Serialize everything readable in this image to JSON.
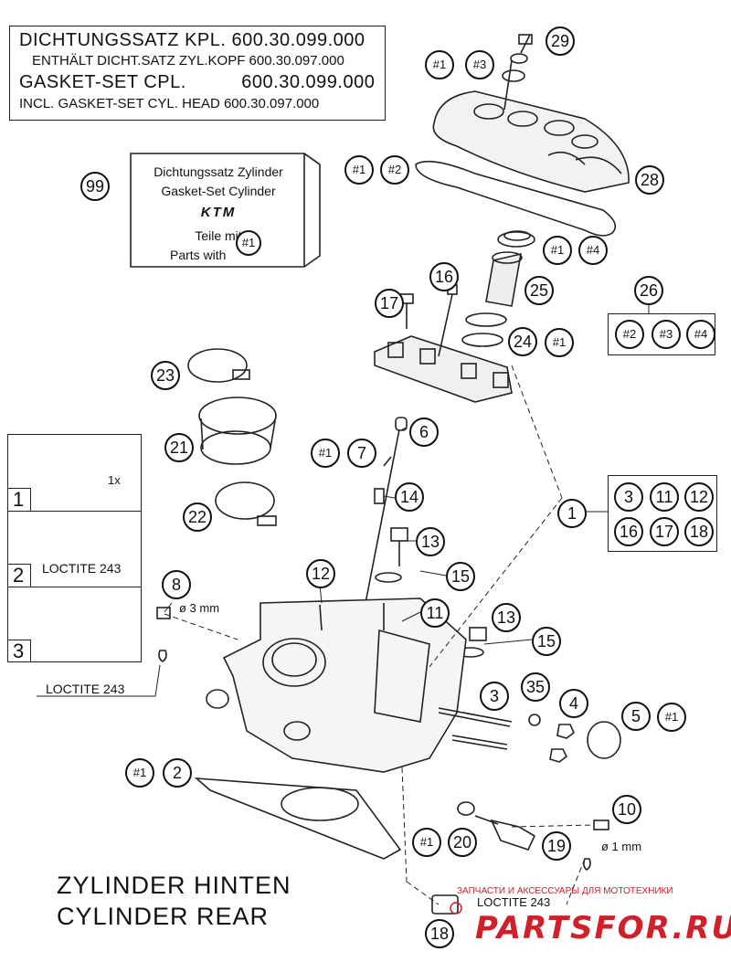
{
  "header": {
    "line1": "DICHTUNGSSATZ KPL. 600.30.099.000",
    "line2": "ENTHÄLT DICHT.SATZ ZYL.KOPF 600.30.097.000",
    "line3": "GASKET-SET CPL.          600.30.099.000",
    "line4": "INCL. GASKET-SET CYL. HEAD 600.30.097.000"
  },
  "gasket_box": {
    "title_de": "Dichtungssatz Zylinder",
    "title_en": "Gasket-Set Cylinder",
    "brand": "KTM",
    "parts_de": "Teile mit",
    "parts_en": "Parts with",
    "marker": "#1",
    "item": "99"
  },
  "steps": {
    "s1": "1",
    "s2": "2",
    "s2_label": "LOCTITE 243",
    "s3": "3",
    "count": "1x"
  },
  "callouts": {
    "c29": "29",
    "c28": "28",
    "c25": "25",
    "c26": "26",
    "c24": "24",
    "c23": "23",
    "c16": "16",
    "c17": "17",
    "c21": "21",
    "c22": "22",
    "c6": "6",
    "c7": "7",
    "c14": "14",
    "c13a": "13",
    "c13b": "13",
    "c15a": "15",
    "c15b": "15",
    "c12": "12",
    "c11": "11",
    "c1": "1",
    "c8": "8",
    "c3": "3",
    "c35": "35",
    "c4": "4",
    "c5": "5",
    "c2": "2",
    "c10": "10",
    "c20": "20",
    "c19": "19",
    "c18": "18",
    "set1": [
      "3",
      "11",
      "12",
      "16",
      "17",
      "18"
    ],
    "set26": [
      "#2",
      "#3",
      "#4"
    ]
  },
  "refs": {
    "r29a": "#1",
    "r29b": "#3",
    "r28a": "#1",
    "r28b": "#2",
    "r25a": "#1",
    "r25b": "#4",
    "r24": "#1",
    "r7": "#1",
    "r5": "#1",
    "r2": "#1",
    "r20": "#1"
  },
  "labels": {
    "dia3": "ø 3 mm",
    "dia1": "ø 1 mm",
    "loctite_left": "LOCTITE 243",
    "loctite_bottom": "LOCTITE 243"
  },
  "footer": {
    "line1": "ZYLINDER HINTEN",
    "line2": "CYLINDER REAR"
  },
  "watermark": {
    "tagline": "ЗАПЧАСТИ И АКСЕССУАРЫ ДЛЯ МОТОТЕХНИКИ",
    "brand": "PARTSFOR.RU"
  },
  "colors": {
    "watermark": "#d0202a",
    "ink": "#111111"
  }
}
